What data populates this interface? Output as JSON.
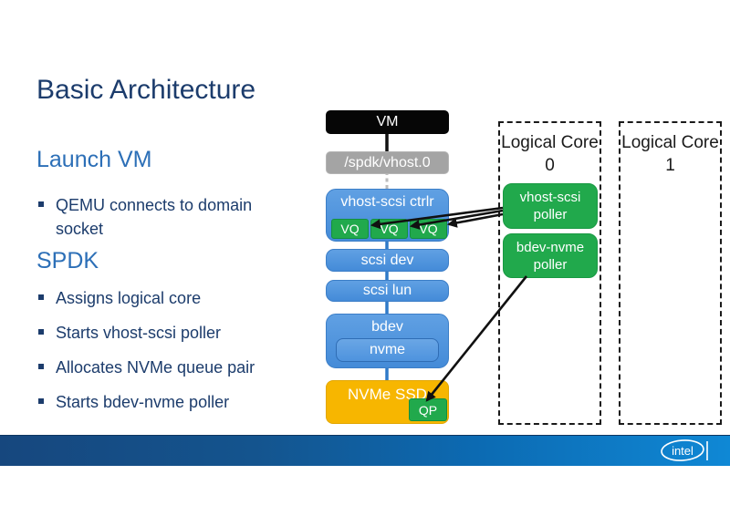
{
  "left": {
    "title": "Basic Architecture",
    "sections": [
      {
        "heading": "Launch VM",
        "bullets": [
          "QEMU connects to domain socket"
        ]
      },
      {
        "heading": "SPDK",
        "bullets": [
          "Assigns logical core",
          "Starts vhost-scsi poller",
          "Allocates NVMe queue pair",
          "Starts bdev-nvme poller"
        ]
      }
    ]
  },
  "diagram": {
    "vm_label": "VM",
    "socket_label": "/spdk/vhost.0",
    "ctrlr_label": "vhost-scsi ctrlr",
    "vq": [
      "VQ",
      "VQ",
      "VQ"
    ],
    "scsi_dev_label": "scsi dev",
    "scsi_lun_label": "scsi lun",
    "bdev_label": "bdev",
    "nvme_label": "nvme",
    "ssd_label": "NVMe SSD",
    "qp_label": "QP",
    "cores": [
      {
        "title": "Logical Core 0",
        "pollers": [
          "vhost-scsi poller",
          "bdev-nvme poller"
        ]
      },
      {
        "title": "Logical Core 1",
        "pollers": []
      }
    ]
  },
  "footer": {
    "brand": "intel"
  },
  "colors": {
    "title_navy": "#1c3c6c",
    "heading_blue": "#2c6fb7",
    "box_blue": "#4b90dc",
    "box_blue_border": "#3c7ec7",
    "green": "#21a94c",
    "yellow": "#f7b600",
    "gray": "#a4a4a4",
    "black": "#060606",
    "bar_gradient_left": "#16477e",
    "bar_gradient_right": "#0f88d5"
  }
}
